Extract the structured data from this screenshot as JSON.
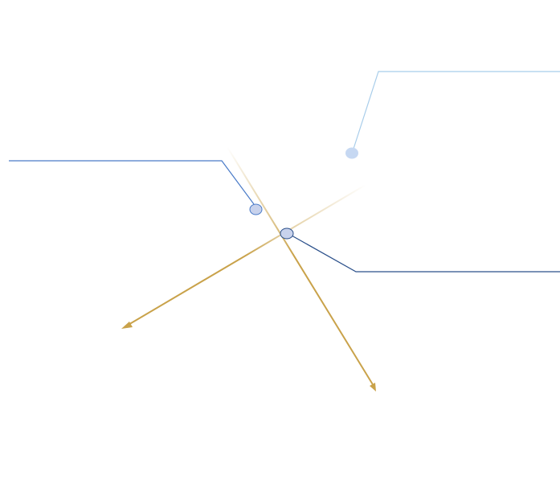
{
  "diagram": {
    "kind": "callout-leaders-with-direction-arrows",
    "colors": {
      "background": "#ffffff",
      "arrow_gold": "#c9a24a",
      "leader_left": "#4a7bc8",
      "leader_top_right": "#a8cdea",
      "leader_bottom_right": "#2a4f8a",
      "marker_fill": "#c8d2ec",
      "marker_fill_light": "#c6d8f2"
    },
    "arrows": [
      {
        "id": "arrow-down-left",
        "direction": "down-left",
        "color": "#c9a24a"
      },
      {
        "id": "arrow-down-right",
        "direction": "down-right",
        "color": "#c9a24a"
      }
    ],
    "leaders": [
      {
        "id": "leader-left",
        "side": "left",
        "color": "#4a7bc8",
        "label": ""
      },
      {
        "id": "leader-top-right",
        "side": "top-right",
        "color": "#a8cdea",
        "label": ""
      },
      {
        "id": "leader-bottom-right",
        "side": "bottom-right",
        "color": "#2a4f8a",
        "label": ""
      }
    ]
  }
}
